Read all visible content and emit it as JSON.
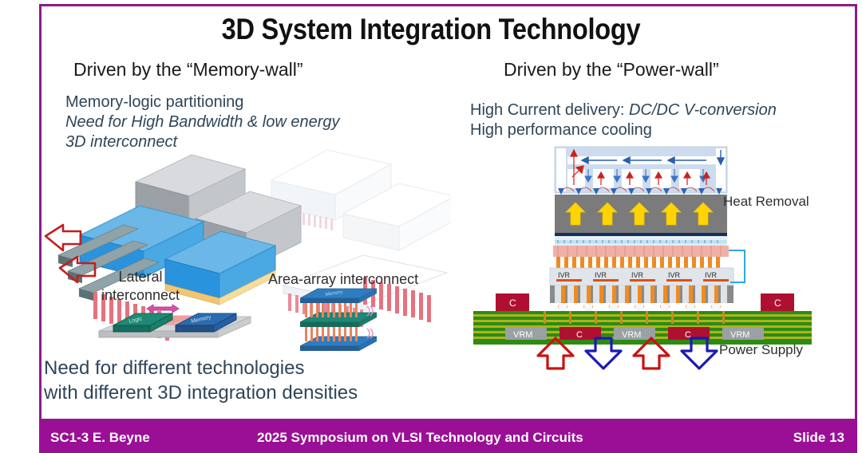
{
  "slide": {
    "title": "3D System Integration Technology",
    "border_color": "#8d1a8d",
    "footer_color": "#9a0f96",
    "body_text_color": "#2f4558"
  },
  "left_column": {
    "subhead": "Driven by the “Memory-wall”",
    "lines": [
      "Memory-logic partitioning",
      "Need for High Bandwidth & low energy",
      "3D interconnect"
    ],
    "labels": {
      "lateral_line1": "Lateral",
      "lateral_line2": "interconnect",
      "area_array": "Area-array interconnect",
      "chip_logic": "Logic",
      "chip_memory": "Memory",
      "stack_memory": "Memory"
    }
  },
  "right_column": {
    "subhead": "Driven by the “Power-wall”",
    "lines": [
      "High Current delivery: DC/DC V-conversion",
      "High performance cooling"
    ],
    "line1_plain": "High Current delivery:",
    "line1_italic": "DC/DC V-conversion",
    "labels": {
      "heat_removal": "Heat Removal",
      "power_supply": "Power Supply",
      "ivr": "IVR",
      "vrm": "VRM",
      "cap": "C"
    },
    "ivr_count": 5,
    "board_modules": [
      "VRM",
      "C",
      "VRM",
      "C",
      "VRM"
    ],
    "edge_caps": [
      "C",
      "C"
    ],
    "supply_arrows": [
      "up",
      "down",
      "up",
      "down"
    ],
    "arrow_up_color": "#cc1111",
    "arrow_down_color": "#1a1ab4",
    "heat_arrow_color": "#ffd400",
    "heat_arrow_count": 5
  },
  "bottom_note": {
    "line1": "Need for different technologies",
    "line2": "with different 3D integration densities"
  },
  "footer": {
    "left": "SC1-3   E. Beyne",
    "center": "2025 Symposium on VLSI Technology and Circuits",
    "right": "Slide 13"
  }
}
